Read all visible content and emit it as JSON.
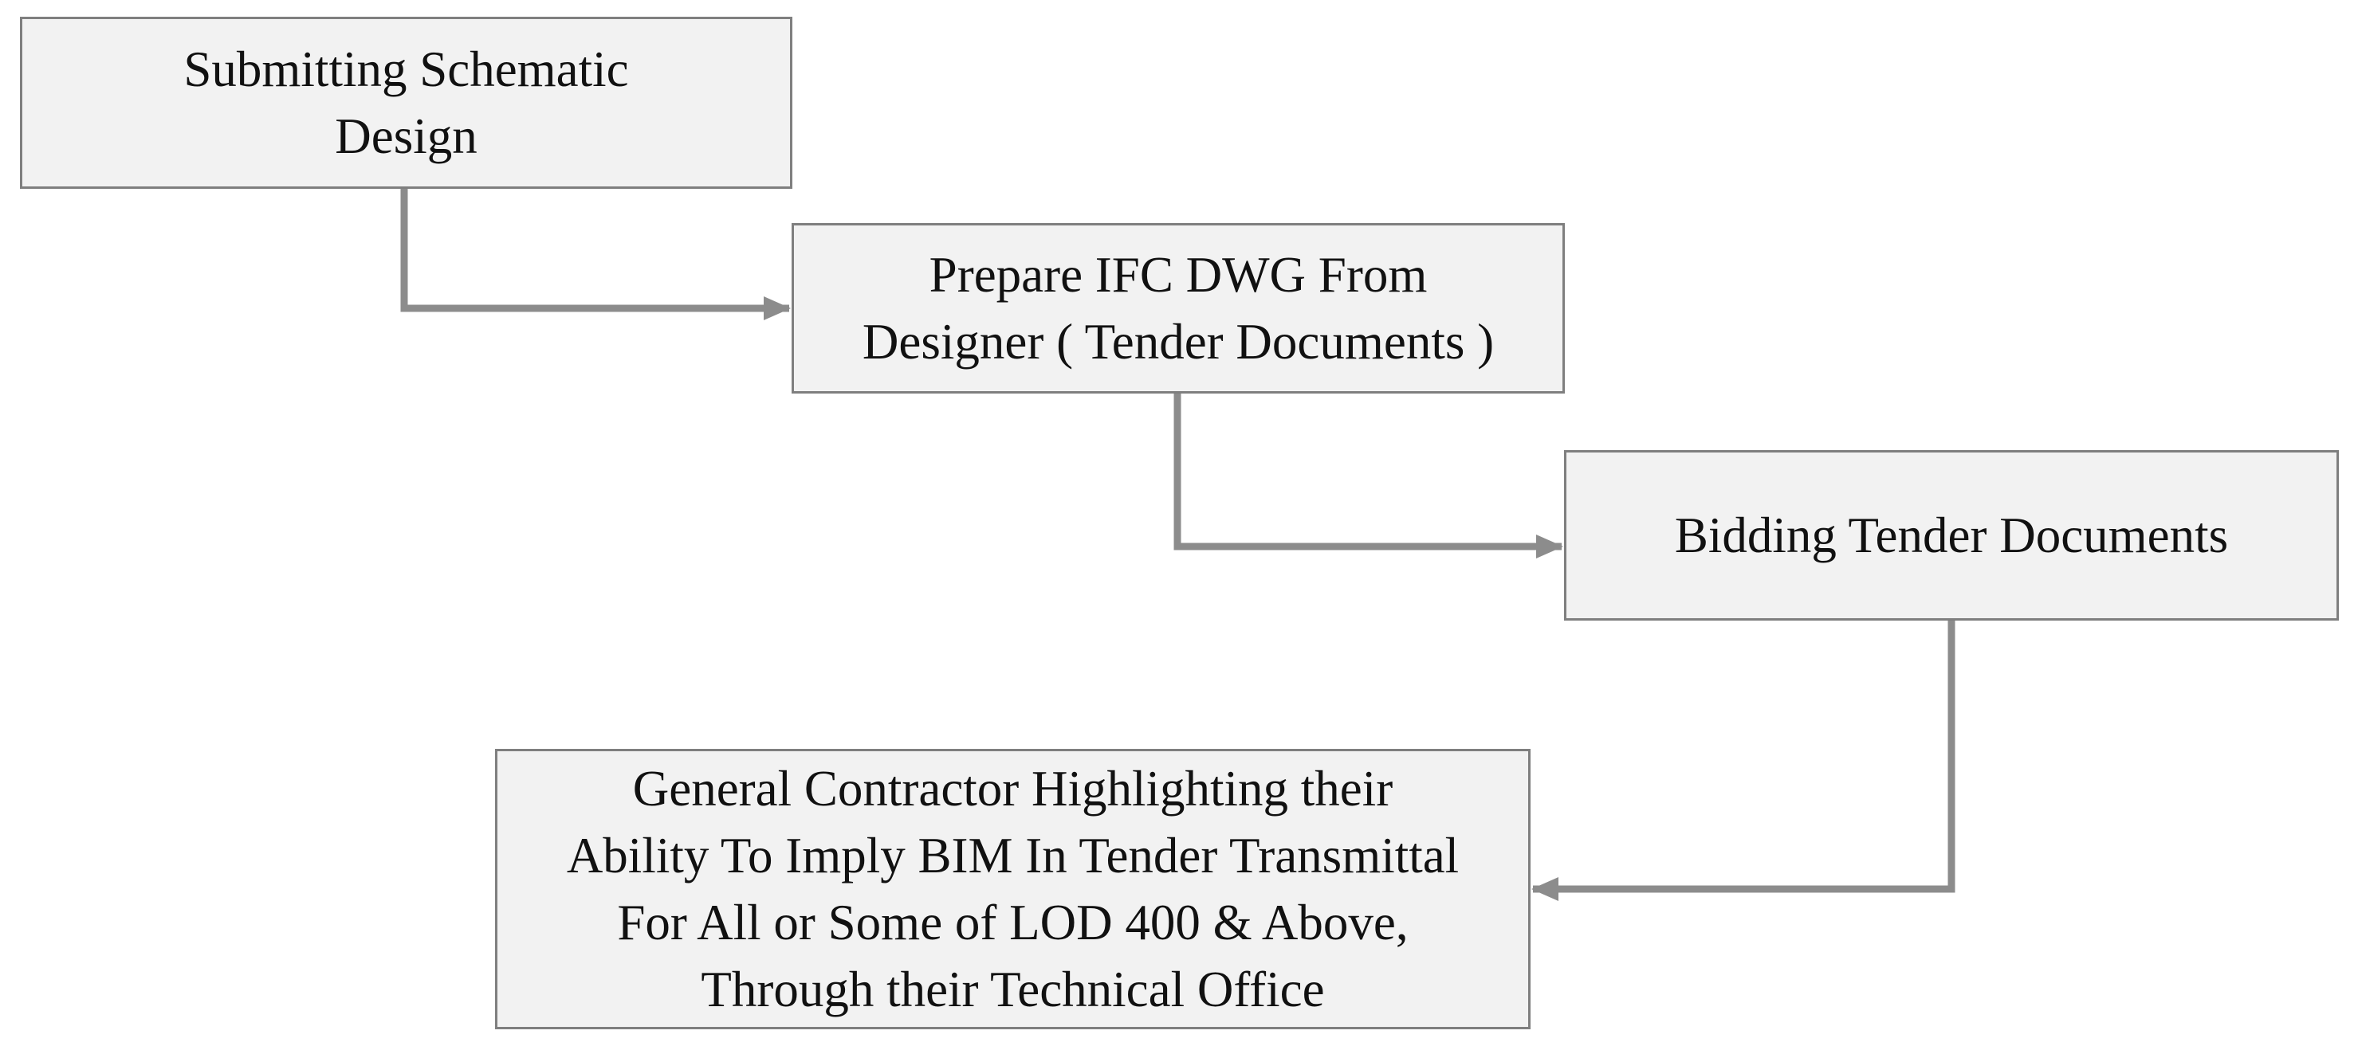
{
  "diagram": {
    "colors": {
      "box_fill": "#f2f2f2",
      "box_border": "#7f7f7f",
      "connector": "#8c8c8c",
      "text": "#111111"
    },
    "steps": [
      {
        "lines": [
          "Submitting Schematic",
          "Design"
        ]
      },
      {
        "lines": [
          "Prepare IFC DWG From",
          "Designer ( Tender Documents )"
        ]
      },
      {
        "lines": [
          "Bidding Tender Documents"
        ]
      },
      {
        "lines": [
          "General Contractor Highlighting their",
          "Ability To Imply BIM In Tender Transmittal",
          "For All or Some of LOD 400 & Above,",
          "Through their Technical Office"
        ]
      }
    ]
  }
}
